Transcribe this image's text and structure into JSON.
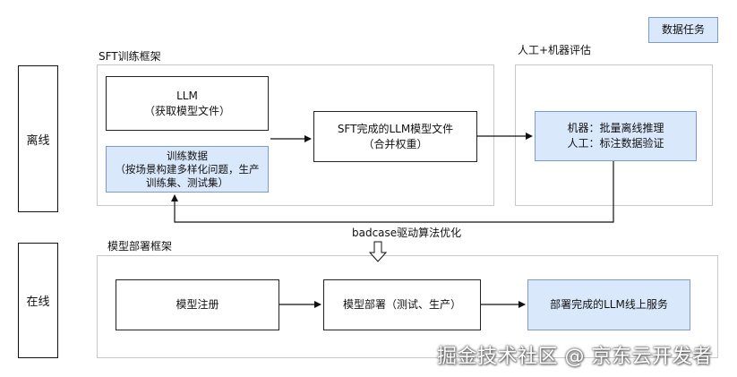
{
  "legend": {
    "data_task": "数据任务"
  },
  "left_labels": {
    "offline": "离线",
    "online": "在线"
  },
  "sft": {
    "frame_title": "SFT训练框架",
    "llm": {
      "line1": "LLM",
      "line2": "（获取模型文件）"
    },
    "train_data": {
      "line1": "训练数据",
      "line2": "（按场景构建多样化问题，生产",
      "line3": "训练集、测试集）"
    }
  },
  "sft_output": {
    "line1": "SFT完成的LLM模型文件",
    "line2": "（合并权重）"
  },
  "eval": {
    "frame_title": "人工+机器评估",
    "line1": "机器：批量离线推理",
    "line2": "人工：标注数据验证"
  },
  "badcase_label": "badcase驱动算法优化",
  "deploy": {
    "frame_title": "模型部署框架",
    "register": "模型注册",
    "deploy_step": "模型部署（测试、生产）",
    "service": "部署完成的LLM线上服务"
  },
  "watermark": "掘金技术社区 @ 京东云开发者"
}
